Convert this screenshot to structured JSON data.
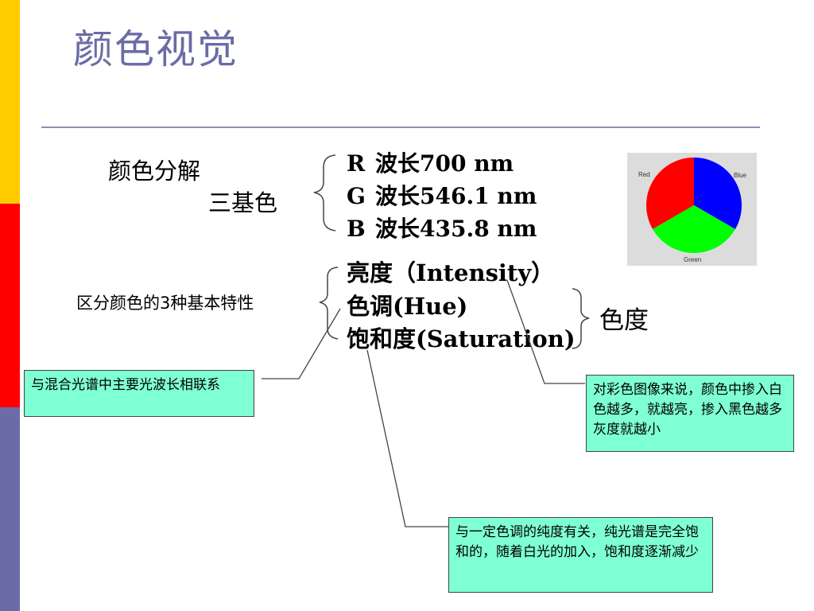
{
  "slide": {
    "title": "颜色视觉",
    "accent_colors": [
      "#ffcc00",
      "#ff0000",
      "#6b6ba6"
    ],
    "decomposition_label": "颜色分解",
    "primaries_label": "三基色",
    "primaries": [
      {
        "letter": "R",
        "text": "波长700 nm"
      },
      {
        "letter": "G",
        "text": "波长546.1 nm"
      },
      {
        "letter": "B",
        "text": "波长435.8 nm"
      }
    ],
    "pie": {
      "labels": [
        "Red",
        "Blue",
        "Green"
      ],
      "colors": [
        "#ff0000",
        "#0000ff",
        "#00ff00"
      ]
    },
    "properties_label": "区分颜色的3种基本特性",
    "properties": [
      "亮度（Intensity）",
      "色调(Hue)",
      "饱和度(Saturation)"
    ],
    "chroma_label": "色度",
    "notes": {
      "hue": "与混合光谱中主要光波长相联系",
      "intensity": "对彩色图像来说，颜色中掺入白色越多，就越亮，掺入黑色越多灰度就越小",
      "saturation": "与一定色调的纯度有关，纯光谱是完全饱和的，随着白光的加入，饱和度逐渐减少"
    }
  }
}
